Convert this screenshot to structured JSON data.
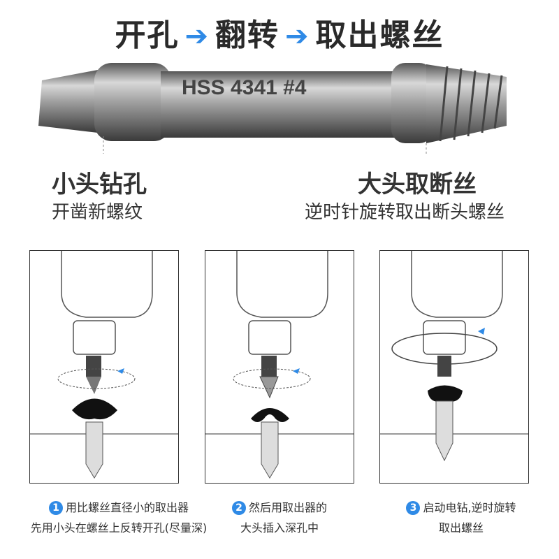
{
  "title": {
    "step1": "开孔",
    "step2": "翻转",
    "step3": "取出螺丝",
    "arrow": "➔"
  },
  "bit": {
    "marking": "HSS 4341 #4"
  },
  "labels": {
    "left_main": "小头钻孔",
    "left_sub": "开凿新螺纹",
    "right_main": "大头取断丝",
    "right_sub": "逆时针旋转取出断头螺丝"
  },
  "steps": [
    {
      "num": "1",
      "line1": "用比螺丝直径小的取出器",
      "line2": "先用小头在螺丝上反转开孔(尽量深)"
    },
    {
      "num": "2",
      "line1": "然后用取出器的",
      "line2": "大头插入深孔中"
    },
    {
      "num": "3",
      "line1": "启动电钻,逆时旋转",
      "line2": "取出螺丝"
    }
  ],
  "colors": {
    "accent": "#2f8ae6"
  }
}
